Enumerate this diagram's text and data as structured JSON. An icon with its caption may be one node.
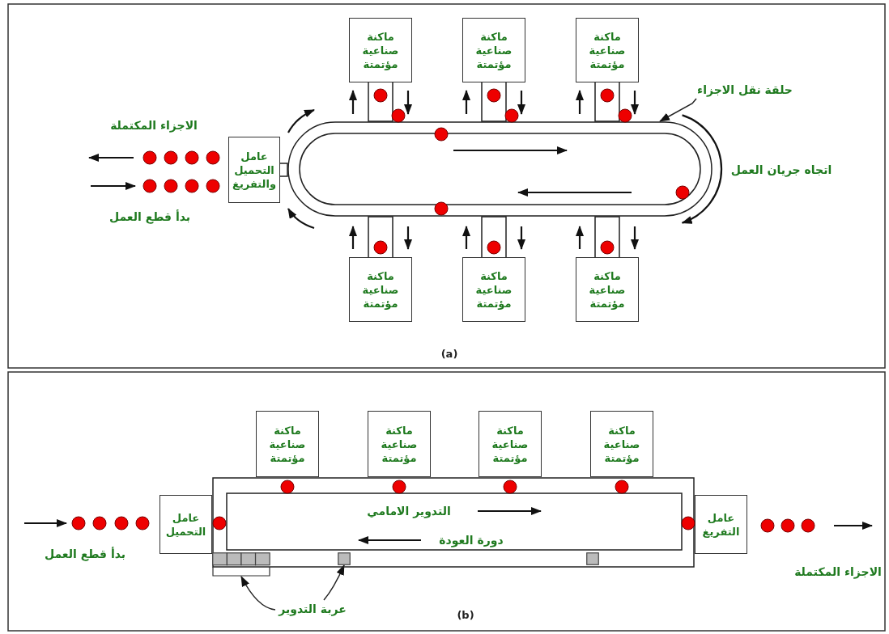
{
  "diagram": {
    "nodes": [
      {
        "text": [
          "ماكنة صناعية مؤتمتة"
        ]
      },
      {
        "text": [
          "ماكنة صناعية مؤتمتة"
        ]
      },
      {
        "text": [
          "ماكنة صناعية مؤتمتة"
        ]
      },
      {
        "text": [
          "ماكنة صناعية مؤتمتة"
        ]
      },
      {
        "text": [
          "ماكنة صناعية مؤتمتة"
        ]
      },
      {
        "text": [
          "ماكنة صناعية مؤتمتة"
        ]
      },
      {
        "text": [
          "عامل التحميل والتفريغ"
        ]
      },
      {
        "text": [],
        "shape": "loop"
      },
      {
        "text": [
          "حلقة نقل الاجزاء"
        ]
      },
      {
        "text": [
          "ماكنة صناعية مؤتمتة"
        ]
      },
      {
        "text": [
          "ماكنة صناعية مؤتمتة"
        ]
      },
      {
        "text": [
          "ماكنة صناعية مؤتمتة"
        ]
      },
      {
        "text": [
          "ماكنة صناعية مؤتمتة"
        ]
      },
      {
        "text": [
          "عامل التحميل"
        ]
      },
      {
        "text": [
          "عامل التفريغ"
        ]
      },
      {
        "text": [],
        "shape": "box"
      },
      {
        "text": [
          "عربة التدوير"
        ]
      },
      {
        "text": [],
        "shape": "box",
        "in": 15
      },
      {
        "text": [],
        "shape": "box",
        "in": 15
      },
      {
        "text": [],
        "shape": "box",
        "in": 15
      }
    ],
    "edges": [
      {
        "from": 0,
        "to": 7,
        "arrow": "none"
      },
      {
        "from": 1,
        "to": 7,
        "arrow": "none"
      },
      {
        "from": 2,
        "to": 7,
        "arrow": "none"
      },
      {
        "from": 3,
        "to": 7,
        "arrow": "none"
      },
      {
        "from": 4,
        "to": 7,
        "arrow": "none"
      },
      {
        "from": 5,
        "to": 7,
        "arrow": "none"
      },
      {
        "from": 6,
        "to": 7,
        "arrow": "none"
      },
      {
        "from": 8,
        "to": 7,
        "arrow": "to"
      },
      {
        "from": 16,
        "to": 17,
        "arrow": "to"
      },
      {
        "from": 16,
        "to": 18,
        "arrow": "to"
      }
    ],
    "labels": [
      "الاجزاء المكتملة",
      "اتجاه جريان العمل",
      "بدأ قطع العمل",
      "(a)",
      "التدوير الامامي",
      "دورة العودة",
      "بدأ قطع العمل",
      "الاجزاء المكتملة",
      "(b)"
    ]
  }
}
